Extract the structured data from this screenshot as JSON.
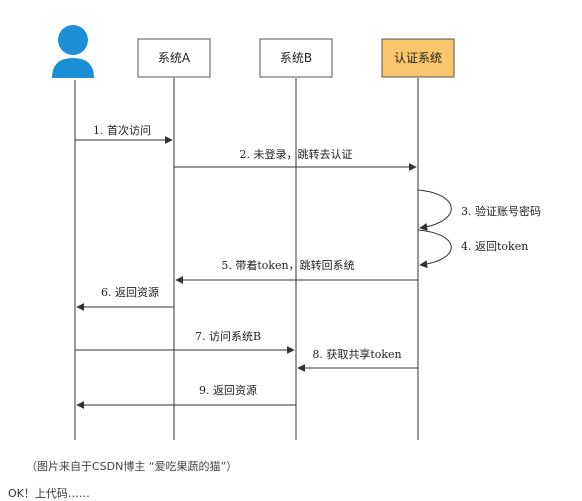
{
  "diagram": {
    "participants": {
      "user": {
        "label": "",
        "icon": "user-icon"
      },
      "system_a": {
        "label": "系统A"
      },
      "system_b": {
        "label": "系统B"
      },
      "auth": {
        "label": "认证系统",
        "fill": "#f9c66b"
      }
    },
    "messages": [
      {
        "text": "1. 首次访问"
      },
      {
        "text": "2. 未登录，跳转去认证"
      },
      {
        "text": "3. 验证账号密码"
      },
      {
        "text": "4. 返回token"
      },
      {
        "text": "5. 带着token，跳转回系统"
      },
      {
        "text": "6. 返回资源"
      },
      {
        "text": "7. 访问系统B"
      },
      {
        "text": "8. 获取共享token"
      },
      {
        "text": "9. 返回资源"
      }
    ],
    "colors": {
      "user_icon": "#1a8fd6",
      "box_stroke": "#555555",
      "line": "#333333"
    }
  },
  "caption": "（图片来自于CSDN博主 “爱吃果蔬的猫”）",
  "body_text": "OK！上代码……"
}
